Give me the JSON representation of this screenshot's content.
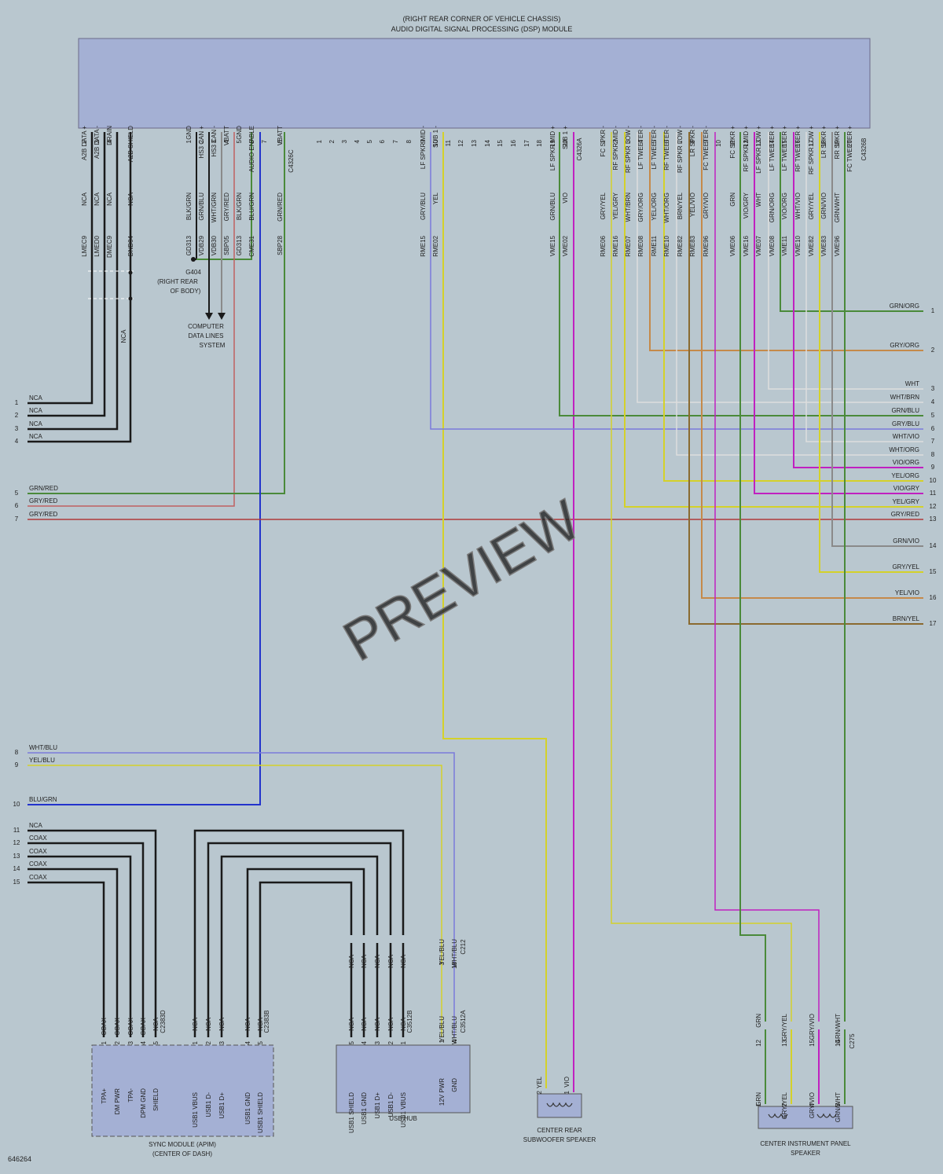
{
  "header": {
    "line1": "(RIGHT REAR CORNER OF VEHICLE CHASSIS)",
    "line2": "AUDIO DIGITAL SIGNAL PROCESSING (DSP) MODULE"
  },
  "watermark": "PREVIEW",
  "figure_id": "646264",
  "ground": {
    "label": "G404",
    "sub1": "(RIGHT REAR",
    "sub2": "OF BODY)"
  },
  "computer_lines": {
    "l1": "COMPUTER",
    "l2": "DATA LINES",
    "l3": "SYSTEM"
  },
  "connectors": {
    "c4326c": "C4326C",
    "c4326a": "C4326A",
    "c4326b": "C4326B",
    "c2383d": "C2383D",
    "c2383b": "C2383B",
    "c3512b": "C3512B",
    "c3512a": "C3512A",
    "c212": "C212",
    "c275": "C275"
  },
  "colors": {
    "black": "#1a1a1a",
    "green": "#4a8a3a",
    "blue": "#2233cc",
    "pinkred": "#c06060",
    "red": "#b03a3a",
    "yellow": "#d4d12a",
    "violet": "#c020c0",
    "gray": "#8a8a8a",
    "orange": "#c58a4a",
    "white": "#dddddd",
    "brown": "#8a6a30",
    "lightblue": "#7a7adc"
  },
  "pins": {
    "c": [
      {
        "pin": "2",
        "func": "A2B DATA +",
        "color": "NCA",
        "circuit": "LMEC9"
      },
      {
        "pin": "3",
        "func": "A2B DATA -",
        "color": "NCA",
        "circuit": "LMED0"
      },
      {
        "pin": "4",
        "func": "DRAIN",
        "color": "NCA",
        "circuit": "DMEC9"
      },
      {
        "pin": "",
        "func": "A2B SHIELD",
        "color": "NCA",
        "circuit": "DND04"
      },
      {
        "pin": "1",
        "func": "GND",
        "color": "BLK/GRN",
        "circuit": "GD313"
      },
      {
        "pin": "2",
        "func": "HS3 CAN +",
        "color": "GRN/BLU",
        "circuit": "VDB29"
      },
      {
        "pin": "3",
        "func": "HS3 CAN -",
        "color": "WHT/GRN",
        "circuit": "VDB30"
      },
      {
        "pin": "4",
        "func": "VBATT",
        "color": "GRY/RED",
        "circuit": "SBP05"
      },
      {
        "pin": "5",
        "func": "GND",
        "color": "BLK/GRN",
        "circuit": "GD313"
      },
      {
        "pin": "6",
        "func": "AUDIO ENABLE",
        "color": "BLU/GRN",
        "circuit": "CME31"
      },
      {
        "pin": "7",
        "func": "",
        "color": "",
        "circuit": ""
      },
      {
        "pin": "8",
        "func": "VBATT",
        "color": "GRN/RED",
        "circuit": "SBP28"
      }
    ],
    "a_empty": [
      "1",
      "2",
      "3",
      "4",
      "5",
      "6",
      "7",
      "8"
    ],
    "a": [
      {
        "pin": "9",
        "func": "LF SPKR MID -",
        "color": "GRY/BLU",
        "circuit": "RME15"
      },
      {
        "pin": "10",
        "func": "SUB 1 -",
        "color": "YEL",
        "circuit": "RME02"
      }
    ],
    "a_empty2": [
      "11",
      "12",
      "13",
      "14",
      "15",
      "16",
      "17",
      "18"
    ],
    "a2": [
      {
        "pin": "19",
        "func": "LF SPKR MID +",
        "color": "GRN/BLU",
        "circuit": "VME15"
      },
      {
        "pin": "20",
        "func": "SUB 1 +",
        "color": "VIO",
        "circuit": "VME02"
      }
    ],
    "b": [
      {
        "pin": "1",
        "func": "FC SPKR -",
        "color": "GRY/YEL",
        "circuit": "RME06"
      },
      {
        "pin": "2",
        "func": "RF SPKR MID -",
        "color": "YEL/GRY",
        "circuit": "RME16"
      },
      {
        "pin": "3",
        "func": "RF SPKR LOW -",
        "color": "WHT/BRN",
        "circuit": "RME07"
      },
      {
        "pin": "4",
        "func": "LF TWEETER -",
        "color": "GRY/ORG",
        "circuit": "RME08"
      },
      {
        "pin": "5",
        "func": "LF TWEETER -",
        "color": "YEL/ORG",
        "circuit": "RME11"
      },
      {
        "pin": "6",
        "func": "RF TWEETER -",
        "color": "WHT/ORG",
        "circuit": "RME10"
      },
      {
        "pin": "7",
        "func": "RF SPKR LOW -",
        "color": "BRN/YEL",
        "circuit": "RME82"
      },
      {
        "pin": "8",
        "func": "LR SPKR -",
        "color": "YEL/VIO",
        "circuit": "RME83"
      },
      {
        "pin": "9",
        "func": "FC TWEETER -",
        "color": "GRY/VIO",
        "circuit": "RME96"
      },
      {
        "pin": "10",
        "func": "",
        "color": "",
        "circuit": ""
      },
      {
        "pin": "11",
        "func": "FC SPKR +",
        "color": "GRN",
        "circuit": "VME06"
      },
      {
        "pin": "12",
        "func": "RF SPKR MID +",
        "color": "VIO/GRY",
        "circuit": "VME16"
      },
      {
        "pin": "13",
        "func": "LF SPKR LOW +",
        "color": "WHT",
        "circuit": "VME07"
      },
      {
        "pin": "14",
        "func": "LF TWEETER +",
        "color": "GRN/ORG",
        "circuit": "VME08"
      },
      {
        "pin": "15",
        "func": "LF TWEETER +",
        "color": "VIO/ORG",
        "circuit": "VME11"
      },
      {
        "pin": "16",
        "func": "RF TWEETER +",
        "color": "WHT/VIO",
        "circuit": "VME10"
      },
      {
        "pin": "17",
        "func": "RF SPKR LOW +",
        "color": "GRY/YEL",
        "circuit": "VME82"
      },
      {
        "pin": "18",
        "func": "LR SPKR +",
        "color": "GRN/VIO",
        "circuit": "VME83"
      },
      {
        "pin": "19",
        "func": "RR SPKR +",
        "color": "GRN/WHT",
        "circuit": "VME96"
      },
      {
        "pin": "20",
        "func": "FC TWEETER +",
        "color": "",
        "circuit": ""
      }
    ]
  },
  "shield_nca": "NCA",
  "left_wires": [
    {
      "n": "1",
      "label": "NCA"
    },
    {
      "n": "2",
      "label": "NCA"
    },
    {
      "n": "3",
      "label": "NCA"
    },
    {
      "n": "4",
      "label": "NCA"
    },
    {
      "n": "5",
      "label": "GRN/RED"
    },
    {
      "n": "6",
      "label": "GRY/RED"
    },
    {
      "n": "7",
      "label": "GRY/RED"
    },
    {
      "n": "8",
      "label": "WHT/BLU"
    },
    {
      "n": "9",
      "label": "YEL/BLU"
    },
    {
      "n": "10",
      "label": "BLU/GRN"
    },
    {
      "n": "11",
      "label": "NCA"
    },
    {
      "n": "12",
      "label": "COAX"
    },
    {
      "n": "13",
      "label": "COAX"
    },
    {
      "n": "14",
      "label": "COAX"
    },
    {
      "n": "15",
      "label": "COAX"
    }
  ],
  "right_wires": [
    {
      "n": "1",
      "label": "GRN/ORG"
    },
    {
      "n": "2",
      "label": "GRY/ORG"
    },
    {
      "n": "3",
      "label": "WHT"
    },
    {
      "n": "4",
      "label": "WHT/BRN"
    },
    {
      "n": "5",
      "label": "GRN/BLU"
    },
    {
      "n": "6",
      "label": "GRY/BLU"
    },
    {
      "n": "7",
      "label": "WHT/VIO"
    },
    {
      "n": "8",
      "label": "WHT/ORG"
    },
    {
      "n": "9",
      "label": "VIO/ORG"
    },
    {
      "n": "10",
      "label": "YEL/ORG"
    },
    {
      "n": "11",
      "label": "VIO/GRY"
    },
    {
      "n": "12",
      "label": "YEL/GRY"
    },
    {
      "n": "13",
      "label": "GRY/RED"
    },
    {
      "n": "14",
      "label": "GRN/VIO"
    },
    {
      "n": "15",
      "label": "GRY/YEL"
    },
    {
      "n": "16",
      "label": "YEL/VIO"
    },
    {
      "n": "17",
      "label": "BRN/YEL"
    }
  ],
  "sync": {
    "title1": "SYNC MODULE (APIM)",
    "title2": "(CENTER OF DASH)",
    "g1": [
      {
        "pin": "1",
        "color": "COAX",
        "func": "TPA+"
      },
      {
        "pin": "2",
        "color": "COAX",
        "func": "DM PWR"
      },
      {
        "pin": "3",
        "color": "COAX",
        "func": "TPA-"
      },
      {
        "pin": "4",
        "color": "COAX",
        "func": "DPM GND"
      },
      {
        "pin": "5",
        "color": "NCA",
        "func": "SHIELD"
      }
    ],
    "g2": [
      {
        "pin": "1",
        "color": "NCA",
        "func": "USB1 VBUS"
      },
      {
        "pin": "2",
        "color": "NCA",
        "func": "USB1 D-"
      },
      {
        "pin": "3",
        "color": "NCA",
        "func": "USB1 D+"
      },
      {
        "pin": "4",
        "color": "NCA",
        "func": "USB1 GND"
      },
      {
        "pin": "5",
        "color": "NCA",
        "func": "USB1 SHIELD"
      }
    ]
  },
  "usb_hub": {
    "title": "USB HUB",
    "upper": [
      {
        "pin": "",
        "color": "NCA"
      },
      {
        "pin": "",
        "color": "NCA"
      },
      {
        "pin": "",
        "color": "NCA"
      },
      {
        "pin": "",
        "color": "NCA"
      },
      {
        "pin": "",
        "color": "NCA"
      }
    ],
    "lower": [
      {
        "pin": "5",
        "color": "NCA",
        "func": "USB1 SHIELD"
      },
      {
        "pin": "4",
        "color": "NCA",
        "func": "USB1 GND"
      },
      {
        "pin": "3",
        "color": "NCA",
        "func": "USB1 D+"
      },
      {
        "pin": "2",
        "color": "NCA",
        "func": "USB1 D-"
      },
      {
        "pin": "1",
        "color": "NCA",
        "func": "USB1 VBUS"
      }
    ],
    "pwr_upper": [
      {
        "pin": "3",
        "color": "YEL/BLU"
      },
      {
        "pin": "18",
        "color": "WHT/BLU"
      }
    ],
    "pwr_lower": [
      {
        "pin": "1",
        "color": "YEL/BLU",
        "func": "12V PWR"
      },
      {
        "pin": "4",
        "color": "WHT/BLU",
        "func": "GND"
      }
    ]
  },
  "subwoofer": {
    "title1": "CENTER REAR",
    "title2": "SUBWOOFER SPEAKER",
    "pins": [
      {
        "pin": "2",
        "color": "YEL"
      },
      {
        "pin": "1",
        "color": "VIO"
      }
    ]
  },
  "center_speaker": {
    "title1": "CENTER INSTRUMENT PANEL",
    "title2": "SPEAKER",
    "upper": [
      {
        "pin": "12",
        "color": "GRN"
      },
      {
        "pin": "13",
        "color": "GRY/YEL"
      },
      {
        "pin": "15",
        "color": "GRY/VIO"
      },
      {
        "pin": "14",
        "color": "GRN/WHT"
      }
    ],
    "lower": [
      {
        "pin": "1",
        "color": "GRN"
      },
      {
        "pin": "2",
        "color": "GRY/YEL"
      },
      {
        "pin": "4",
        "color": "GRY/VIO"
      },
      {
        "pin": "3",
        "color": "GRN/WHT"
      }
    ]
  }
}
